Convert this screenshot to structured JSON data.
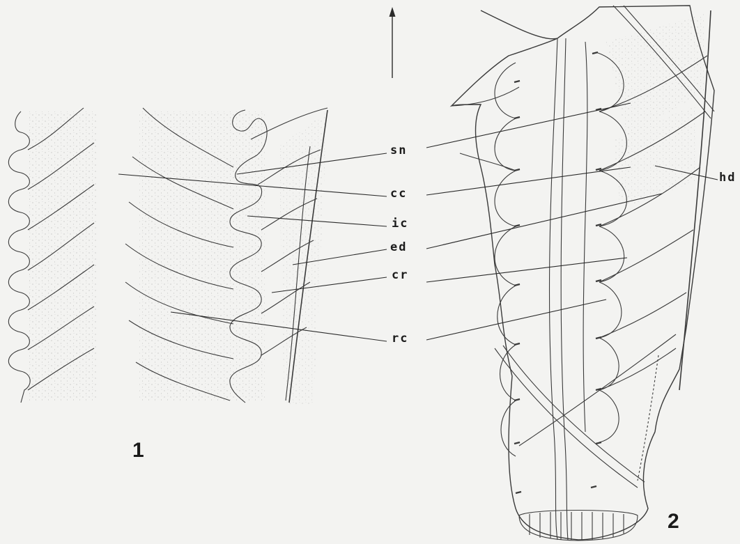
{
  "figure": {
    "panel_1_label": "1",
    "panel_2_label": "2",
    "labels": {
      "sn": "sn",
      "cc": "cc",
      "ic": "ic",
      "ed": "ed",
      "cr": "cr",
      "rc": "rc",
      "hd": "hd"
    },
    "icons": [
      "orientation-arrow-icon"
    ],
    "colors": {
      "ink": "#2b2b2b",
      "background": "#f3f3f1",
      "stipple": "#9a9a9a"
    }
  }
}
